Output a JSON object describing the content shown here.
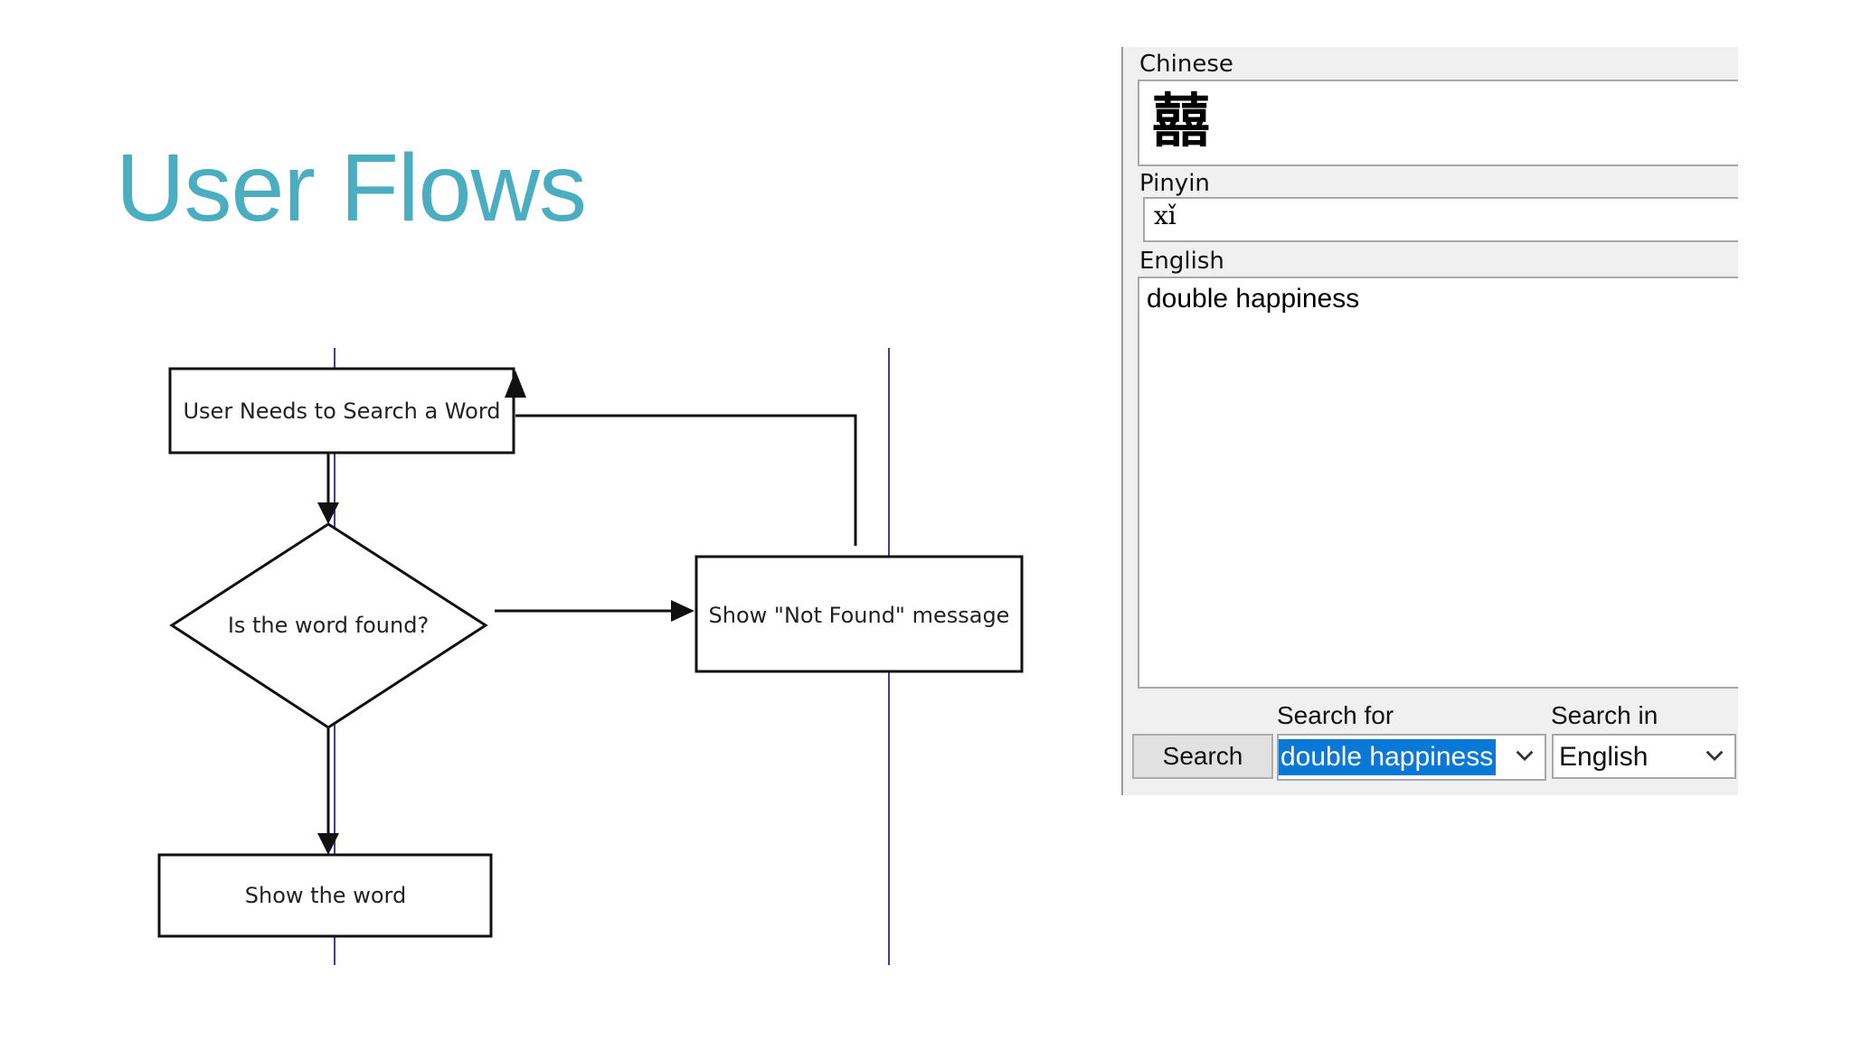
{
  "slide": {
    "title": "User Flows"
  },
  "flowchart": {
    "nodes": {
      "start": "User Needs to Search a Word",
      "decision": "Is the word found?",
      "not_found": "Show \"Not Found\" message",
      "show": "Show the word"
    }
  },
  "app": {
    "chinese_label": "Chinese",
    "chinese_value": "囍",
    "pinyin_label": "Pinyin",
    "pinyin_value": "xǐ",
    "english_label": "English",
    "english_value": "double happiness",
    "search_for_label": "Search for",
    "search_in_label": "Search in",
    "search_button": "Search",
    "search_for_value": "double happiness",
    "search_in_value": "English",
    "dropdown_icon": "chevron-down-icon",
    "selection_color": "#0a78d7"
  }
}
